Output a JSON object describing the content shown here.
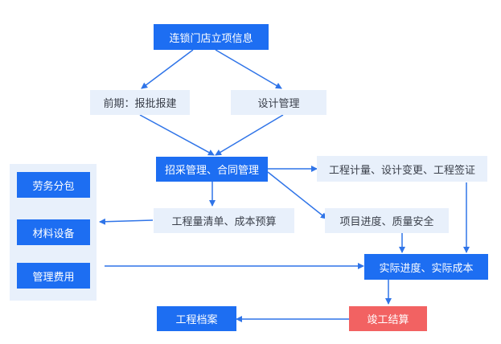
{
  "nodes": {
    "store_info": "连锁门店立项信息",
    "pre_approval": "前期：报批报建",
    "design_mgmt": "设计管理",
    "tender_contract": "招采管理、合同管理",
    "measure_change": "工程计量、设计变更、工程签证",
    "bill_budget": "工程量清单、成本预算",
    "progress_quality": "项目进度、质量安全",
    "actual_cost": "实际进度、实际成本",
    "archive": "工程档案",
    "settlement": "竣工结算",
    "labor": "劳务分包",
    "materials": "材料设备",
    "mgmt_fee": "管理费用"
  },
  "colors": {
    "primary": "#1d6ef2",
    "light": "#e8f0fb",
    "highlight": "#f26262",
    "arrow": "#2f74e8"
  }
}
